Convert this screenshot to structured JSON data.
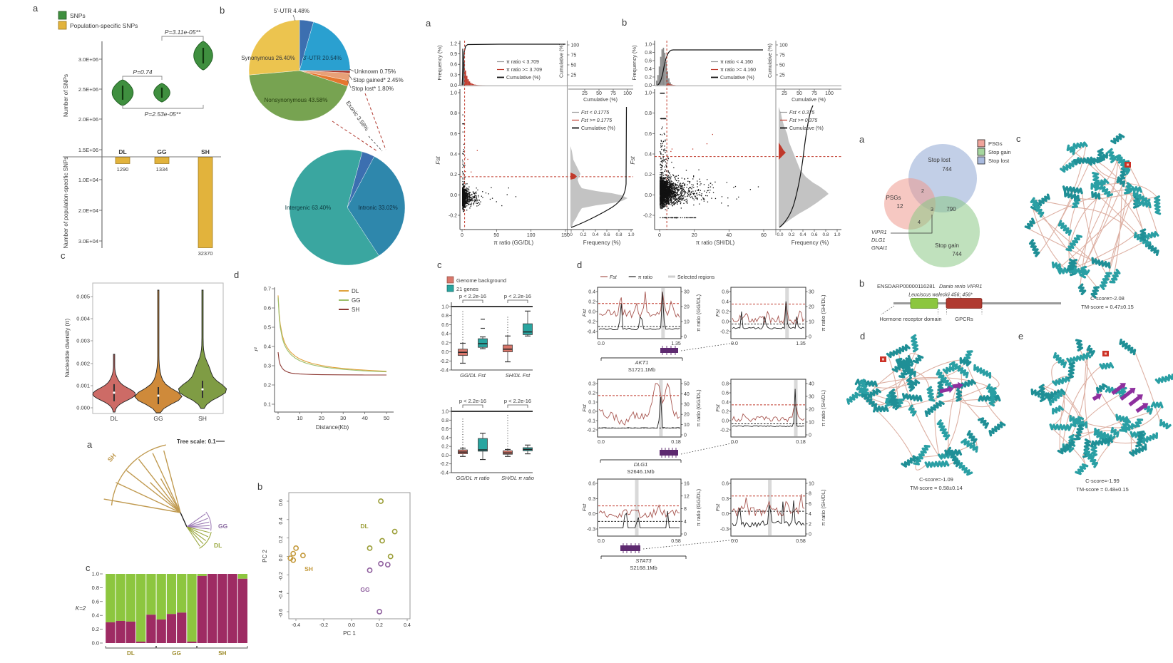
{
  "chart_data": [
    {
      "id": "snp_counts",
      "type": "violin+bar",
      "panel_label": "a",
      "legend": [
        "SNPs",
        "Population-specific SNPs"
      ],
      "ylabel_top": "Number of SNPs",
      "ylabel_bottom": "Number of population-specific SNPs",
      "yticks_top": [
        "3.0E+06",
        "2.5E+06",
        "2.0E+06",
        "1.5E+06"
      ],
      "yticks_bottom": [
        "1.0E+04",
        "2.0E+04",
        "3.0E+04"
      ],
      "categories": [
        "DL",
        "GG",
        "SH"
      ],
      "snp_violin_centers": [
        2500000,
        2450000,
        3000000
      ],
      "pop_specific_counts": [
        1290,
        1334,
        32370
      ],
      "bar_labels": [
        "1290",
        "1334",
        "32370"
      ],
      "pvalues": [
        "P=0.74",
        "P=3.11e-05**",
        "P=2.53e-05**"
      ],
      "colors": {
        "snps": "#3f8f3f",
        "pop": "#e2b33c"
      }
    },
    {
      "id": "snp_annotation_pie",
      "type": "pie",
      "panel_label": "b",
      "slices": [
        {
          "label": "5'-UTR 4.48%",
          "value": 4.48,
          "color": "#3c6fb0"
        },
        {
          "label": "3'-UTR 20.54%",
          "value": 20.54,
          "color": "#2aa0d0"
        },
        {
          "label": "Unknown 0.75%",
          "value": 0.75,
          "color": "#a93226"
        },
        {
          "label": "Stop gained* 2.45%",
          "value": 2.45,
          "color": "#e8a077"
        },
        {
          "label": "Stop lost* 1.80%",
          "value": 1.8,
          "color": "#e5772e"
        },
        {
          "label": "Nonsynonymous 43.58%",
          "value": 43.58,
          "color": "#77a351"
        },
        {
          "label": "Synonymous  26.40%",
          "value": 26.4,
          "color": "#ecc44f"
        }
      ]
    },
    {
      "id": "snp_location_pie",
      "type": "pie",
      "connector_label": "Exonic 3.58%",
      "slices": [
        {
          "label": "",
          "value": 3.58,
          "color": "#3c6fb0"
        },
        {
          "label": "Intronic 33.02%",
          "value": 33.02,
          "color": "#2e87ac"
        },
        {
          "label": "Intergenic 63.40%",
          "value": 63.4,
          "color": "#3aa6a0"
        }
      ]
    },
    {
      "id": "selection_scatter_ggdl",
      "type": "scatter",
      "panel_label": "a",
      "xlabel": "π ratio (GG/DL)",
      "ylabel": "Fst",
      "xticks": [
        "0",
        "50",
        "100",
        "150"
      ],
      "xmax": 150,
      "yticks": [
        "1.0",
        "0.8",
        "0.6",
        "0.4",
        "0.2",
        "0.0",
        "-0.2"
      ],
      "freq_ylabel": "Frequency (%)",
      "freq_yticks": [
        "1.2",
        "0.9",
        "0.6",
        "0.3",
        "0.0"
      ],
      "cum_label": "Cumulative (%)",
      "cum_yticks": [
        "100",
        "75",
        "50",
        "25"
      ],
      "cum_xticks": [
        "25",
        "50",
        "75",
        "100"
      ],
      "freq_xticks": [
        "0",
        "0.2",
        "0.4",
        "0.6",
        "0.8",
        "1.0"
      ],
      "freq_xlabel": "Frequency (%)",
      "legend_top": [
        "π ratio < 3.709",
        "π ratio >= 3.709",
        "Cumulative (%)"
      ],
      "legend_side": [
        "Fst < 0.1775",
        "Fst >= 0.1775",
        "Cumulative (%)"
      ],
      "pi_threshold": 3.709,
      "fst_threshold": 0.1775
    },
    {
      "id": "selection_scatter_shdl",
      "type": "scatter",
      "panel_label": "b",
      "xlabel": "π ratio (SH/DL)",
      "ylabel": "Fst",
      "xticks": [
        "0",
        "20",
        "40",
        "60"
      ],
      "xmax": 60,
      "yticks": [
        "1.0",
        "0.8",
        "0.6",
        "0.4",
        "0.2",
        "0.0",
        "-0.2"
      ],
      "freq_ylabel": "Frequency (%)",
      "freq_yticks": [
        "1.0",
        "0.8",
        "0.6",
        "0.4",
        "0.2",
        "0.0"
      ],
      "cum_label": "Cumulative (%)",
      "cum_yticks": [
        "100",
        "75",
        "50",
        "25"
      ],
      "cum_xticks": [
        "25",
        "50",
        "75",
        "100"
      ],
      "freq_xticks": [
        "0.0",
        "0.2",
        "0.4",
        "0.6",
        "0.8",
        "1.0"
      ],
      "freq_xlabel": "Frequency (%)",
      "legend_top": [
        "π ratio < 4.160",
        "π ratio >= 4.160",
        "Cumulative (%)"
      ],
      "legend_side": [
        "Fst < 0.375",
        "Fst >= 0.375",
        "Cumulative (%)"
      ],
      "pi_threshold": 4.16,
      "fst_threshold": 0.375
    },
    {
      "id": "nucleotide_diversity_violin",
      "type": "violin",
      "panel_label": "c",
      "ylabel": "Nucleotide diversity (π)",
      "yticks": [
        "0.005",
        "0.004",
        "0.003",
        "0.002",
        "0.001",
        "0.000"
      ],
      "categories": [
        "DL",
        "GG",
        "SH"
      ],
      "colors": [
        "#cd6b66",
        "#cf8a3a",
        "#7f9c44"
      ],
      "medians": [
        0.0006,
        0.0007,
        0.0009
      ],
      "maxima": [
        0.0024,
        0.0053,
        0.0053
      ]
    },
    {
      "id": "ld_decay",
      "type": "line",
      "panel_label": "d",
      "ylabel": "r²",
      "xlabel": "Distance(Kb)",
      "yticks": [
        "0.7",
        "0.6",
        "0.5",
        "0.4",
        "0.3",
        "0.2",
        "0.1"
      ],
      "xticks": [
        "0",
        "10",
        "20",
        "30",
        "40",
        "50"
      ],
      "series": [
        {
          "name": "DL",
          "color": "#e0a33e",
          "points": [
            [
              0,
              0.665
            ],
            [
              0.5,
              0.57
            ],
            [
              1,
              0.515
            ],
            [
              2,
              0.455
            ],
            [
              3,
              0.42
            ],
            [
              4,
              0.398
            ],
            [
              5,
              0.381
            ],
            [
              6,
              0.368
            ],
            [
              8,
              0.349
            ],
            [
              10,
              0.335
            ],
            [
              13,
              0.321
            ],
            [
              16,
              0.311
            ],
            [
              20,
              0.301
            ],
            [
              25,
              0.292
            ],
            [
              30,
              0.286
            ],
            [
              36,
              0.28
            ],
            [
              42,
              0.276
            ],
            [
              50,
              0.271
            ]
          ]
        },
        {
          "name": "GG",
          "color": "#9cbf6a",
          "points": [
            [
              0,
              0.655
            ],
            [
              0.5,
              0.555
            ],
            [
              1,
              0.5
            ],
            [
              2,
              0.44
            ],
            [
              3,
              0.407
            ],
            [
              4,
              0.386
            ],
            [
              5,
              0.37
            ],
            [
              6,
              0.357
            ],
            [
              8,
              0.339
            ],
            [
              10,
              0.326
            ],
            [
              13,
              0.313
            ],
            [
              16,
              0.304
            ],
            [
              20,
              0.295
            ],
            [
              25,
              0.287
            ],
            [
              30,
              0.281
            ],
            [
              36,
              0.276
            ],
            [
              42,
              0.272
            ],
            [
              50,
              0.268
            ]
          ]
        },
        {
          "name": "SH",
          "color": "#8e3a34",
          "points": [
            [
              0,
              0.37
            ],
            [
              0.5,
              0.325
            ],
            [
              1,
              0.305
            ],
            [
              2,
              0.285
            ],
            [
              3,
              0.275
            ],
            [
              4,
              0.269
            ],
            [
              5,
              0.265
            ],
            [
              6,
              0.262
            ],
            [
              8,
              0.259
            ],
            [
              10,
              0.257
            ],
            [
              13,
              0.2555
            ],
            [
              16,
              0.2545
            ],
            [
              20,
              0.2535
            ],
            [
              25,
              0.253
            ],
            [
              30,
              0.2525
            ],
            [
              40,
              0.252
            ],
            [
              50,
              0.2518
            ]
          ]
        }
      ]
    },
    {
      "id": "phylo_tree",
      "type": "tree",
      "panel_label": "a",
      "scale_label": "Tree scale: 0.1",
      "clades": [
        {
          "name": "SH",
          "color": "#c09a50"
        },
        {
          "name": "GG",
          "color": "#9d7bb5"
        },
        {
          "name": "DL",
          "color": "#9aa83f"
        }
      ]
    },
    {
      "id": "pca",
      "type": "scatter",
      "panel_label": "b",
      "xlabel": "PC 1",
      "ylabel": "PC 2",
      "xticks": [
        "-0.4",
        "-0.2",
        "0.0",
        "0.2",
        "0.4"
      ],
      "yticks": [
        "0.6",
        "0.4",
        "0.2",
        "0.0",
        "-0.2",
        "-0.4",
        "-0.6"
      ],
      "groups": [
        {
          "name": "DL",
          "color": "#9a9d35",
          "label_at": [
            511,
            741
          ],
          "points": [
            [
              0.21,
              0.6
            ],
            [
              0.31,
              0.27
            ],
            [
              0.22,
              0.17
            ],
            [
              0.13,
              0.09
            ],
            [
              0.28,
              0.0
            ]
          ]
        },
        {
          "name": "SH",
          "color": "#c49a3c",
          "label_at": [
            433,
            801
          ],
          "points": [
            [
              -0.42,
              0.03
            ],
            [
              -0.44,
              -0.02
            ],
            [
              -0.4,
              0.09
            ],
            [
              -0.35,
              0.01
            ],
            [
              -0.42,
              -0.04
            ]
          ]
        },
        {
          "name": "GG",
          "color": "#8f5f9e",
          "label_at": [
            512,
            830
          ],
          "points": [
            [
              0.21,
              -0.08
            ],
            [
              0.26,
              -0.09
            ],
            [
              0.13,
              -0.15
            ],
            [
              0.2,
              -0.6
            ]
          ]
        }
      ]
    },
    {
      "id": "admixture",
      "type": "bar",
      "panel_label": "c",
      "k_label": "K=2",
      "yticks": [
        "1.0",
        "0.8",
        "0.6",
        "0.4",
        "0.2",
        "0.0"
      ],
      "groups": [
        "DL",
        "GG",
        "SH"
      ],
      "group_sizes": [
        5,
        4,
        5
      ],
      "ancestry_fraction": [
        0.3,
        0.32,
        0.31,
        0.02,
        0.41,
        0.34,
        0.42,
        0.44,
        0.02,
        0.97,
        1.0,
        1.0,
        1.0,
        0.93
      ],
      "colors": {
        "comp1": "#9e2b63",
        "comp2": "#8dc63f"
      }
    },
    {
      "id": "gene_boxplots",
      "type": "box",
      "panel_label": "c",
      "legend": [
        "Genome background",
        "21 genes"
      ],
      "p_label": "p < 2.2e-16",
      "colors": {
        "bg": "#d9776b",
        "genes": "#29a5a0"
      },
      "fst": {
        "yticks": [
          "1.0",
          "0.8",
          "0.6",
          "0.4",
          "0.2",
          "0.0",
          "-0.2",
          "-0.4"
        ],
        "groups": [
          "GG/DL Fst",
          "SH/DL Fst"
        ],
        "boxes": [
          {
            "q1": -0.08,
            "q3": 0.06,
            "med": -0.01,
            "wlo": -0.25,
            "whi": 0.19,
            "dots": [
              0.2,
              0.93
            ]
          },
          {
            "q1": 0.1,
            "q3": 0.29,
            "med": 0.18,
            "wlo": 0.07,
            "whi": 0.33,
            "out": [
              0.52,
              0.72
            ]
          },
          {
            "q1": 0.0,
            "q3": 0.15,
            "med": 0.06,
            "wlo": -0.22,
            "whi": 0.35,
            "dots": [
              0.36,
              0.78
            ]
          },
          {
            "q1": 0.38,
            "q3": 0.62,
            "med": 0.44,
            "wlo": 0.35,
            "whi": 0.9
          }
        ]
      },
      "pi": {
        "yticks": [
          "1.0",
          "0.8",
          "0.6",
          "0.4",
          "0.2",
          "0.0",
          "-0.2",
          "-0.4"
        ],
        "groups": [
          "GG/DL π ratio",
          "SH/DL π ratio"
        ],
        "boxes": [
          {
            "q1": 0.03,
            "q3": 0.12,
            "med": 0.07,
            "wlo": -0.03,
            "whi": 0.16,
            "dots": [
              0.17,
              0.84
            ]
          },
          {
            "q1": 0.09,
            "q3": 0.38,
            "med": 0.12,
            "wlo": -0.1,
            "whi": 0.5
          },
          {
            "q1": 0.02,
            "q3": 0.1,
            "med": 0.05,
            "wlo": -0.03,
            "whi": 0.13,
            "dots": [
              0.14,
              0.93
            ]
          },
          {
            "q1": 0.1,
            "q3": 0.17,
            "med": 0.13,
            "wlo": 0.03,
            "whi": 0.23
          }
        ]
      }
    },
    {
      "id": "selected_region_scans",
      "type": "line",
      "panel_label": "d",
      "legend": [
        "Fst",
        "π ratio",
        "Selected regions"
      ],
      "ylabel": "Fst",
      "rows": [
        {
          "gene": "AKT1",
          "region": "S1721.1Mb",
          "xticks": [
            "0.0",
            "1.35"
          ],
          "left": {
            "yticks": [
              "0.4",
              "0.2",
              "0.0",
              "-0.2",
              "-0.4"
            ],
            "r_ticks": [
              "30",
              "20",
              "10",
              "0"
            ],
            "r_label": "π ratio (GG/DL)",
            "fst_line": 0.16,
            "pi_line": -0.3
          },
          "right": {
            "yticks": [
              "0.6",
              "0.4",
              "0.2",
              "0.0",
              "-0.2"
            ],
            "r_ticks": [
              "30",
              "20",
              "10",
              "0"
            ],
            "r_label": "π ratio (SH/DL)",
            "fst_line": 0.35,
            "pi_line": -0.05
          }
        },
        {
          "gene": "DLG1",
          "region": "S2646.1Mb",
          "xticks": [
            "0.0",
            "0.18"
          ],
          "left": {
            "yticks": [
              "0.3",
              "0.2",
              "0.1",
              "0.0",
              "-0.1",
              "-0.2"
            ],
            "r_ticks": [
              "50",
              "40",
              "30",
              "20",
              "10",
              "0"
            ],
            "r_label": "π ratio (GG/DL)",
            "fst_line": 0.17,
            "pi_line": -0.18
          },
          "right": {
            "yticks": [
              "0.8",
              "0.6",
              "0.4",
              "0.2",
              "0.0",
              "-0.2"
            ],
            "r_ticks": [
              "40",
              "30",
              "20",
              "10",
              "0"
            ],
            "r_label": "π ratio (SH/DL)",
            "fst_line": 0.34,
            "pi_line": -0.07
          }
        },
        {
          "gene": "STAT3",
          "region": "S2168.1Mb",
          "xticks": [
            "0.0",
            "0.58"
          ],
          "left": {
            "yticks": [
              "0.6",
              "0.3",
              "0.0",
              "-0.3"
            ],
            "r_ticks": [
              "16",
              "12",
              "8",
              "4",
              "0"
            ],
            "r_label": "π ratio (GG/DL)",
            "fst_line": 0.155,
            "pi_line": -0.15
          },
          "right": {
            "yticks": [
              "0.6",
              "0.3",
              "0.0",
              "-0.3"
            ],
            "r_ticks": [
              "10",
              "8",
              "6",
              "4",
              "2",
              "0"
            ],
            "r_label": "π ratio (SH/DL)",
            "fst_line": 0.35,
            "pi_line": 0.05
          }
        }
      ]
    },
    {
      "id": "venn",
      "type": "venn",
      "panel_label": "a",
      "legend": [
        {
          "name": "PSGs",
          "color": "#f0a49b"
        },
        {
          "name": "Stop gain",
          "color": "#a5d69e"
        },
        {
          "name": "Stop lost",
          "color": "#a9bade"
        }
      ],
      "sets": {
        "psgs": {
          "name": "PSGs",
          "count": "12"
        },
        "stop_lost": {
          "name": "Stop lost",
          "count": "744"
        },
        "stop_gain": {
          "name": "Stop gain",
          "count": "744"
        }
      },
      "overlaps": {
        "psgs_lost": "2",
        "center": "3",
        "psgs_gain": "4",
        "lost_gain": "790"
      },
      "genes": [
        "VIPR1",
        "DLG1",
        "GNAI1"
      ]
    },
    {
      "id": "gene_model",
      "type": "diagram",
      "panel_label": "b",
      "protein_id": "ENSDARP00000116281",
      "ortholog": "Danio rerio VIPR1",
      "variant": "Leuciscus waleckii 456; 456*",
      "domains": [
        {
          "name": "Hormone receptor domain",
          "color": "#8cc63f"
        },
        {
          "name": "GPCRs",
          "color": "#b03a30"
        }
      ]
    },
    {
      "id": "protein_structures",
      "type": "structure",
      "items": [
        {
          "panel_label": "c",
          "c_score": "C-score=-2.08",
          "tm_score": "TM-score = 0.47±0.15"
        },
        {
          "panel_label": "d",
          "c_score": "C-score=-1.09",
          "tm_score": "TM-score = 0.58±0.14"
        },
        {
          "panel_label": "e",
          "c_score": "C-score=-1.99",
          "tm_score": "TM-score = 0.48±0.15"
        }
      ]
    }
  ]
}
